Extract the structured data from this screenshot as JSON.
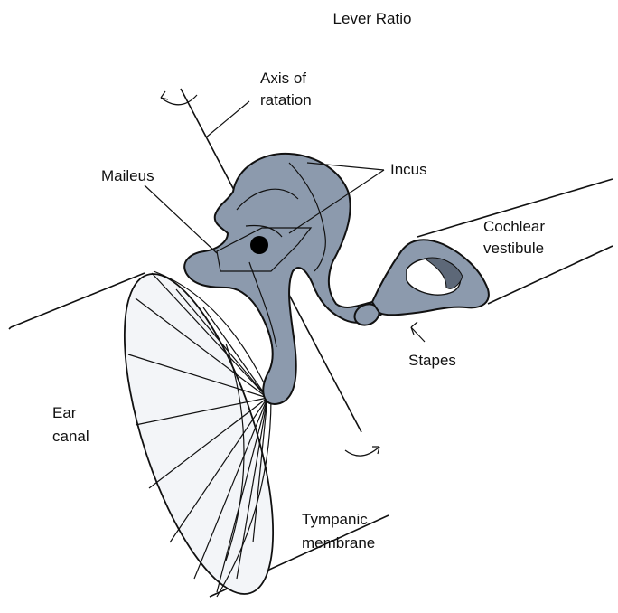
{
  "title": "Lever Ratio",
  "labels": {
    "axis_line1": "Axis of",
    "axis_line2": "ratation",
    "malleus": "Maileus",
    "incus": "Incus",
    "cochlear_line1": "Cochlear",
    "cochlear_line2": "vestibule",
    "stapes": "Stapes",
    "ear_canal_line1": "Ear",
    "ear_canal_line2": "canal",
    "tympanic_line1": "Tympanic",
    "tympanic_line2": "membrane"
  },
  "colors": {
    "bone": "#8c9aad",
    "bone_dark": "#5d6878",
    "outline": "#111111"
  }
}
